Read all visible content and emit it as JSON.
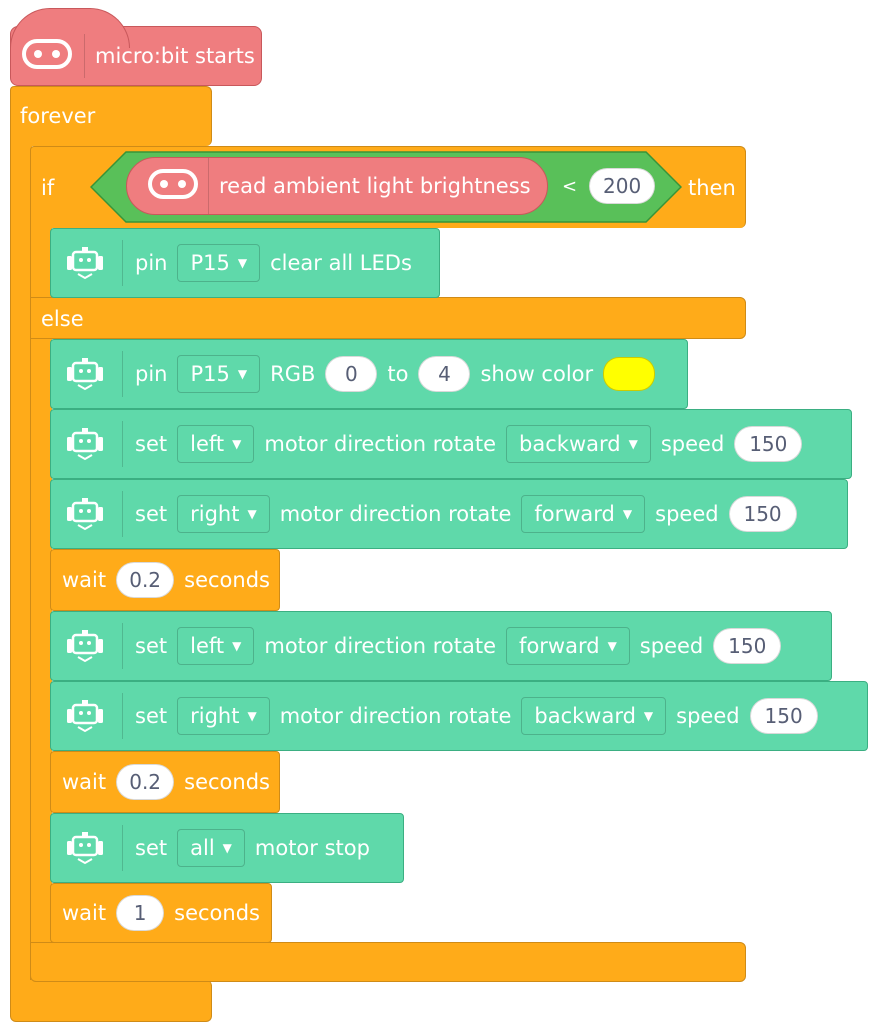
{
  "hat": {
    "label": "micro:bit starts",
    "icon": "microbit-icon"
  },
  "forever": {
    "label": "forever"
  },
  "if_block": {
    "if_label": "if",
    "then_label": "then",
    "else_label": "else",
    "condition": {
      "reporter_label": "read ambient light brightness",
      "operator": "<",
      "value": "200"
    }
  },
  "then_branch": {
    "clear": {
      "pin_label": "pin",
      "pin_value": "P15",
      "action": "clear all LEDs"
    }
  },
  "else_branch": {
    "rgb": {
      "pin_label": "pin",
      "pin_value": "P15",
      "rgb_label": "RGB",
      "from": "0",
      "to_label": "to",
      "to": "4",
      "show_label": "show color",
      "color": "#FFFF00"
    },
    "motor1": {
      "set": "set",
      "side": "left",
      "mid": "motor direction rotate",
      "dir": "backward",
      "speed_label": "speed",
      "speed": "150"
    },
    "motor2": {
      "set": "set",
      "side": "right",
      "mid": "motor direction rotate",
      "dir": "forward",
      "speed_label": "speed",
      "speed": "150"
    },
    "wait1": {
      "wait": "wait",
      "value": "0.2",
      "unit": "seconds"
    },
    "motor3": {
      "set": "set",
      "side": "left",
      "mid": "motor direction rotate",
      "dir": "forward",
      "speed_label": "speed",
      "speed": "150"
    },
    "motor4": {
      "set": "set",
      "side": "right",
      "mid": "motor direction rotate",
      "dir": "backward",
      "speed_label": "speed",
      "speed": "150"
    },
    "wait2": {
      "wait": "wait",
      "value": "0.2",
      "unit": "seconds"
    },
    "stop": {
      "set": "set",
      "side": "all",
      "action": "motor stop"
    },
    "wait3": {
      "wait": "wait",
      "value": "1",
      "unit": "seconds"
    }
  },
  "colors": {
    "control": "#FFAB19",
    "motor": "#5FD9AA",
    "microbit": "#EF7D7F",
    "operator": "#59C059"
  }
}
